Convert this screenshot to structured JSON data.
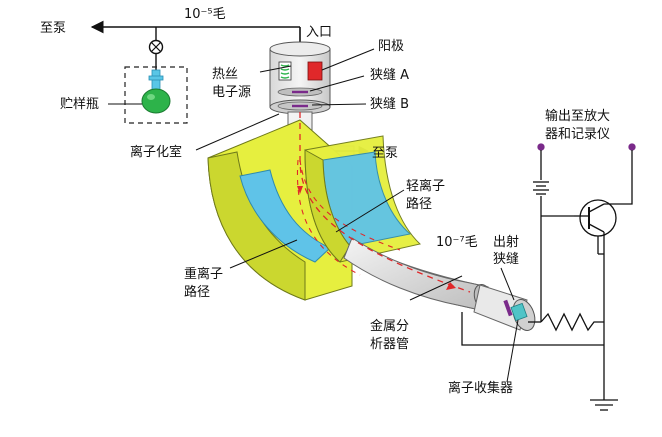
{
  "labels": {
    "to_pump_top": "至泵",
    "pressure_top": "10⁻⁵毛",
    "inlet": "入口",
    "anode": "阳极",
    "filament": "热丝",
    "electron_source": "电子源",
    "slit_a": "狭缝 A",
    "slit_b": "狭缝 B",
    "sample_bottle": "贮样瓶",
    "ionization_chamber": "离子化室",
    "to_pump_mid": "至泵",
    "light_ion_path_1": "轻离子",
    "light_ion_path_2": "路径",
    "pressure_tube": "10⁻⁷毛",
    "exit_slit_1": "出射",
    "exit_slit_2": "狭缝",
    "output_1": "输出至放大",
    "output_2": "器和记录仪",
    "heavy_ion_path_1": "重离子",
    "heavy_ion_path_2": "路径",
    "analyzer_tube_1": "金属分",
    "analyzer_tube_2": "析器管",
    "ion_collector": "离子收集器"
  },
  "colors": {
    "magnet_yellow": "#e6ef3f",
    "magnet_face": "#d6e23a",
    "pole_cyan": "#5fc3e8",
    "tube_grey": "#d4d4d4",
    "anode_red": "#e0282a",
    "sample_green": "#2db34a",
    "beam_red": "#e0282a",
    "terminal_purple": "#7a2a8a"
  },
  "icons": {
    "valve": "valve-icon",
    "filament": "filament-coil-icon",
    "transistor": "transistor-icon",
    "battery": "battery-icon",
    "resistor": "resistor-icon",
    "ground": "ground-icon"
  }
}
